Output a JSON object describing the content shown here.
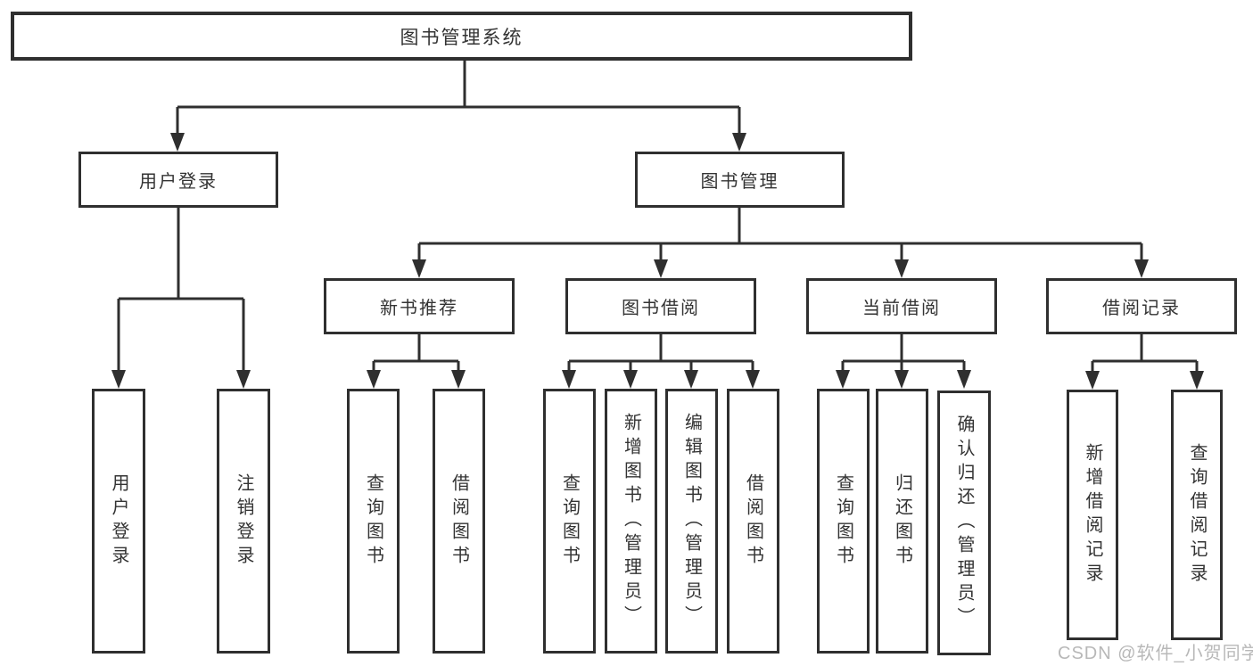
{
  "diagram": {
    "root": {
      "label": "图书管理系统"
    },
    "branches": [
      {
        "label": "用户登录",
        "children": [
          {
            "label": "用户登录"
          },
          {
            "label": "注销登录"
          }
        ]
      },
      {
        "label": "图书管理",
        "children": [
          {
            "label": "新书推荐",
            "children": [
              {
                "label": "查询图书"
              },
              {
                "label": "借阅图书"
              }
            ]
          },
          {
            "label": "图书借阅",
            "children": [
              {
                "label": "查询图书"
              },
              {
                "label": "新增图书（管理员）"
              },
              {
                "label": "编辑图书（管理员）"
              },
              {
                "label": "借阅图书"
              }
            ]
          },
          {
            "label": "当前借阅",
            "children": [
              {
                "label": "查询图书"
              },
              {
                "label": "归还图书"
              },
              {
                "label": "确认归还（管理员）"
              }
            ]
          },
          {
            "label": "借阅记录",
            "children": [
              {
                "label": "新增借阅记录"
              },
              {
                "label": "查询借阅记录"
              }
            ]
          }
        ]
      }
    ],
    "line_color": "#2f2f2f",
    "box_background": "#ffffff"
  },
  "watermark": {
    "text": "CSDN @软件_小贺同学",
    "color": "#b8b8b8"
  }
}
